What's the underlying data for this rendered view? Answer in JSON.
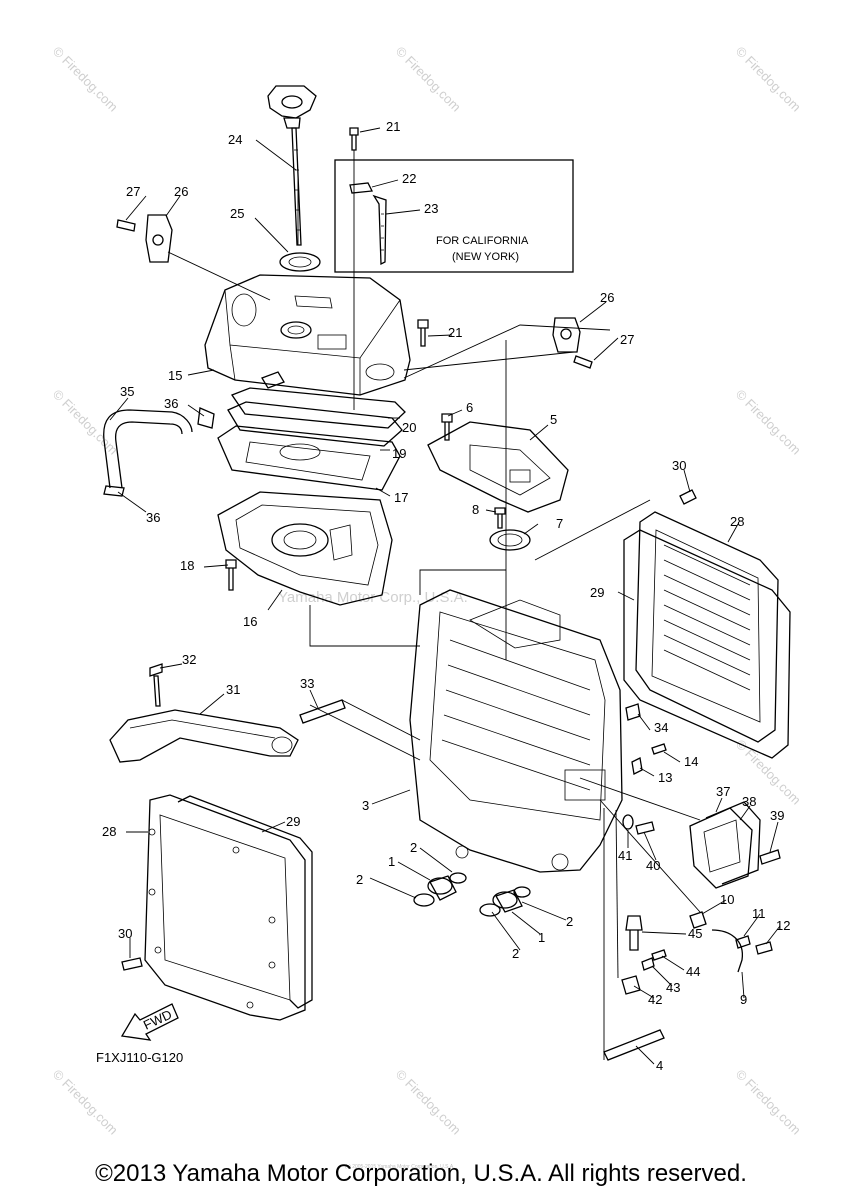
{
  "diagram": {
    "code": "F1XJ110-G120",
    "fwd_label": "FWD",
    "box_note": [
      "FOR CALIFORNIA",
      "(NEW YORK)"
    ],
    "center_watermark": "Yamaha Motor Corp., U.S.A.",
    "tiny_notice": "(c) 2005-2015 Yamaha Motor Corporation, U.S.A.",
    "watermark": "© Firedog.com",
    "callouts": {
      "c24": "24",
      "c21a": "21",
      "c22": "22",
      "c23": "23",
      "c27a": "27",
      "c26a": "26",
      "c25": "25",
      "c26b": "26",
      "c27b": "27",
      "c21b": "21",
      "c15": "15",
      "c35": "35",
      "c36a": "36",
      "c20": "20",
      "c19": "19",
      "c17": "17",
      "c6": "6",
      "c5": "5",
      "c30a": "30",
      "c28a": "28",
      "c8": "8",
      "c7": "7",
      "c36b": "36",
      "c18": "18",
      "c29a": "29",
      "c16": "16",
      "c32": "32",
      "c33": "33",
      "c31": "31",
      "c34": "34",
      "c14": "14",
      "c13": "13",
      "c3": "3",
      "c28b": "28",
      "c29b": "29",
      "c37": "37",
      "c38": "38",
      "c39": "39",
      "c1a": "1",
      "c2a": "2",
      "c2b": "2",
      "c41": "41",
      "c40": "40",
      "c10": "10",
      "c11": "11",
      "c12": "12",
      "c2c": "2",
      "c1b": "1",
      "c2d": "2",
      "c30b": "30",
      "c45": "45",
      "c44": "44",
      "c43": "43",
      "c42": "42",
      "c9": "9",
      "c4": "4"
    }
  },
  "footer": {
    "copyright": "©2013 Yamaha Motor Corporation, U.S.A. All rights reserved."
  }
}
